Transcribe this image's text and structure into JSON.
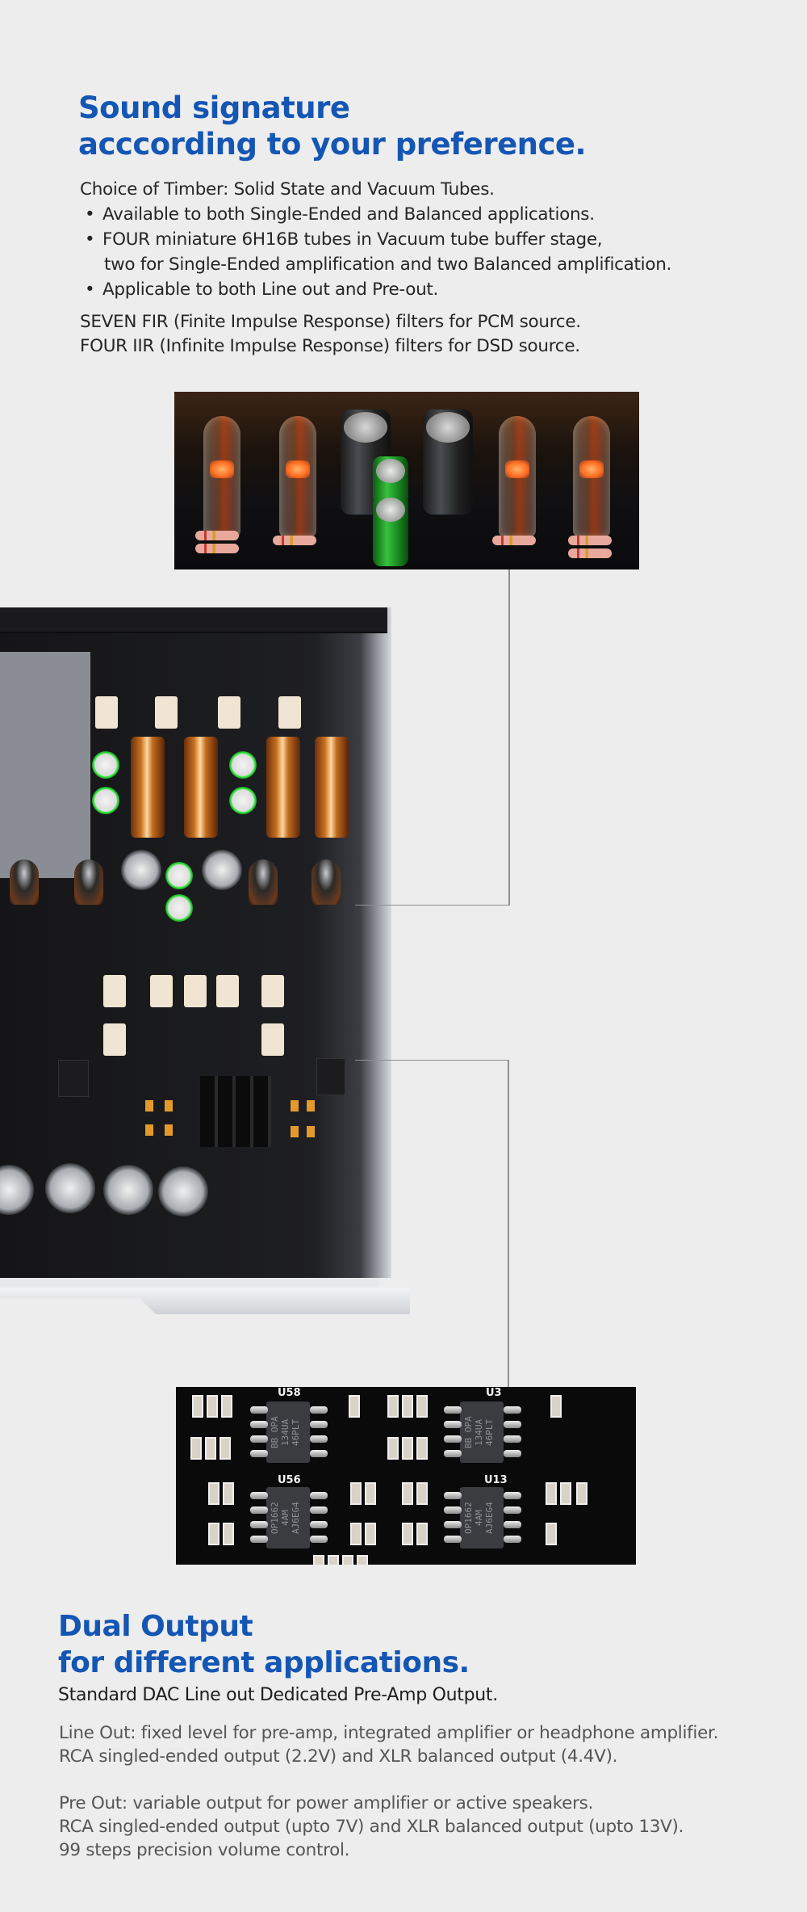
{
  "section_timbre": {
    "title_lines": [
      "Sound signature",
      "acccording to your preference."
    ],
    "intro": "Choice of Timber: Solid State and Vacuum Tubes.",
    "bullets": [
      {
        "line1": "Available to both Single-Ended and Balanced applications."
      },
      {
        "line1": "FOUR miniature 6H16B tubes in Vacuum tube buffer stage,",
        "line2": "two for Single-Ended amplification and two Balanced amplification."
      },
      {
        "line1": "Applicable to both Line out and Pre-out."
      }
    ],
    "filters": [
      "SEVEN FIR (Finite Impulse Response) filters for PCM source.",
      "FOUR IIR (Infinite Impulse Response) filters for DSD source."
    ]
  },
  "images": {
    "tubes_closeup": {
      "alt": "Four 6H16B vacuum tubes with capacitors close-up"
    },
    "main_board": {
      "alt": "Top-down view of DAC internal circuit board"
    },
    "opamp_closeup": {
      "alt": "Operational amplifier chips close-up",
      "chips": [
        {
          "ref": "U58",
          "marking": "BB OPA 134UA 46PLT"
        },
        {
          "ref": "U3",
          "marking": "BB OPA 134UA 46PLT"
        },
        {
          "ref": "U56",
          "marking": "OP1662 4AM AJ6EG4"
        },
        {
          "ref": "U13",
          "marking": "OP1662 4AM AJ6EG4"
        }
      ]
    }
  },
  "section_output": {
    "title_lines": [
      "Dual Output",
      "for different applications."
    ],
    "subtitle": "Standard DAC Line out Dedicated Pre-Amp Output.",
    "line_out": [
      "Line Out: fixed level for pre-amp, integrated amplifier or headphone amplifier.",
      "RCA singled-ended output (2.2V) and XLR balanced output (4.4V)."
    ],
    "pre_out": [
      "Pre Out: variable output for power amplifier or active speakers.",
      "RCA singled-ended output (upto 7V) and XLR balanced output (upto 13V).",
      "99 steps precision volume control."
    ]
  },
  "colors": {
    "background": "#eeeded",
    "heading_blue": "#1456b4",
    "body_text": "#262626",
    "muted_text": "#555555",
    "connector_line": "#8f8f8f"
  }
}
